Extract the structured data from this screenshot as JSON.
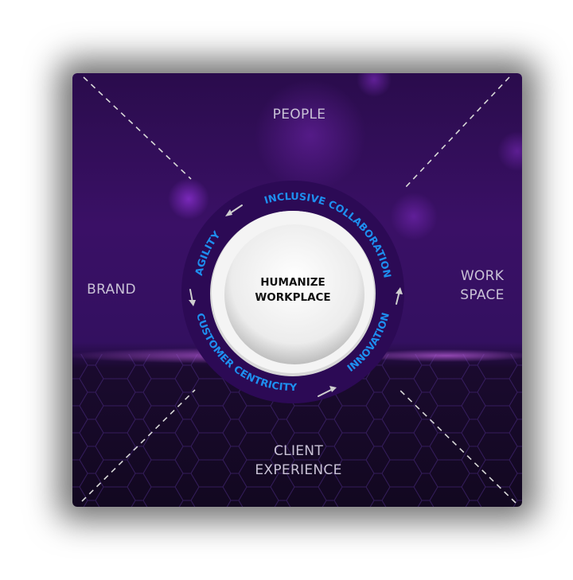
{
  "center": {
    "line1": "HUMANIZE",
    "line2": "WORKPLACE"
  },
  "quadrants": {
    "top": "PEOPLE",
    "left": "BRAND",
    "right_line1": "WORK",
    "right_line2": "SPACE",
    "bottom_line1": "CLIENT",
    "bottom_line2": "EXPERIENCE"
  },
  "cycle": {
    "top": "INCLUSIVE COLLABORATION",
    "left": "AGILITY",
    "bottom": "CUSTOMER CENTRICITY",
    "right": "INNOVATION"
  },
  "colors": {
    "accent": "#1e8ff0",
    "background": "#2a0c4c",
    "label": "#c9c2d6"
  }
}
